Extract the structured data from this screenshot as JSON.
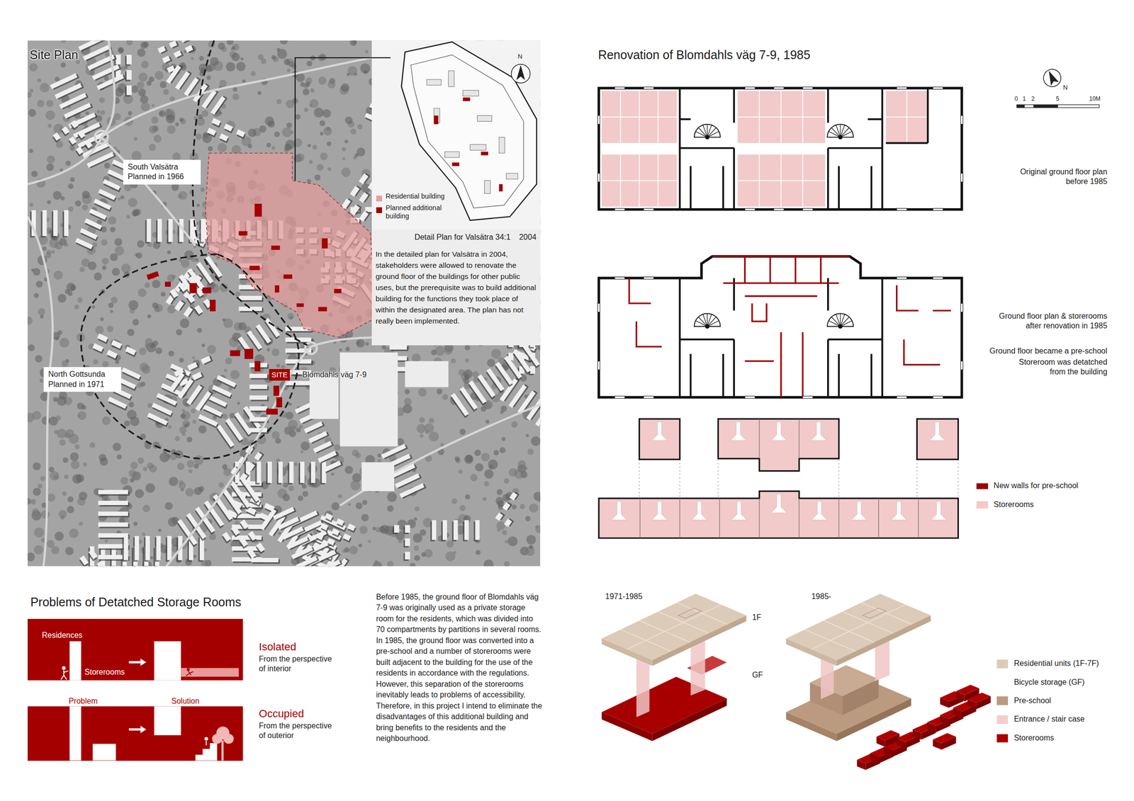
{
  "diagram": {
    "nodes": [
      {
        "text": [
          "South Valsätra Planned in 1966"
        ]
      },
      {
        "text": [
          "Detail Plan for Valsätra 34:1    2004",
          "In the detailed plan for Valsätra in 2004, stakeholders were allowed to renovate the ground floor of the buildings for other public uses, but the prerequisite was to build additional building for the functions they took place of within the designated area. The plan has not really been implemented."
        ]
      },
      {
        "text": [
          "North Gottsunda Planned in 1971"
        ]
      },
      {
        "text": [
          "SITE"
        ]
      },
      {
        "text": [
          "Residences",
          "Storerooms",
          "Problem",
          "Solution"
        ]
      }
    ],
    "labels": [
      "Site Plan",
      "N",
      "Blomdahls väg 7-9",
      "Renovation of Blomdahls väg 7-9, 1985",
      "N",
      "0",
      "1",
      "2",
      "5",
      "10M",
      "Original ground floor plan before 1985",
      "Ground floor plan & storerooms after renovation in 1985",
      "Ground floor became a pre-school",
      "Storeroom was detatched from the building",
      "Problems of Detatched Storage Rooms",
      "Isolated",
      "From the perspective of interior",
      "Occupied",
      "From the perspective of outerior",
      "Before 1985, the ground floor of Blomdahls väg 7-9 was originally used as a private storage room for the residents, which was divided into 70 compartments by partitions in several rooms.",
      "In 1985, the ground floor was converted into a pre-school and a number of storerooms were built adjacent to the building for the use of the residents in accordance with the regulations. However, this separation of the storerooms inevitably leads to problems of accessibility. Therefore, in this project I intend to eliminate the disadvantages of this additional building and bring benefits to the residents and the neighbourhood.",
      "1971-1985",
      "1985-",
      "1F",
      "GF"
    ],
    "legend": [
      {
        "text": "Residential building",
        "color": "#e3a0a0"
      },
      {
        "text": "Planned additional building",
        "color": "#a40000"
      },
      {
        "text": "New walls for pre-school",
        "color": "#a00000"
      },
      {
        "text": "Storerooms",
        "color": "#f2caca"
      },
      {
        "text": "Residential units (1F-7F)",
        "color": "#dccbb8"
      },
      {
        "text": "Bicycle storage (GF)"
      },
      {
        "text": "Pre-school",
        "color": "#bc9a80"
      },
      {
        "text": "Entrance / stair case",
        "color": "#f2cfcf"
      },
      {
        "text": "Storerooms",
        "color": "#a80000"
      }
    ]
  }
}
